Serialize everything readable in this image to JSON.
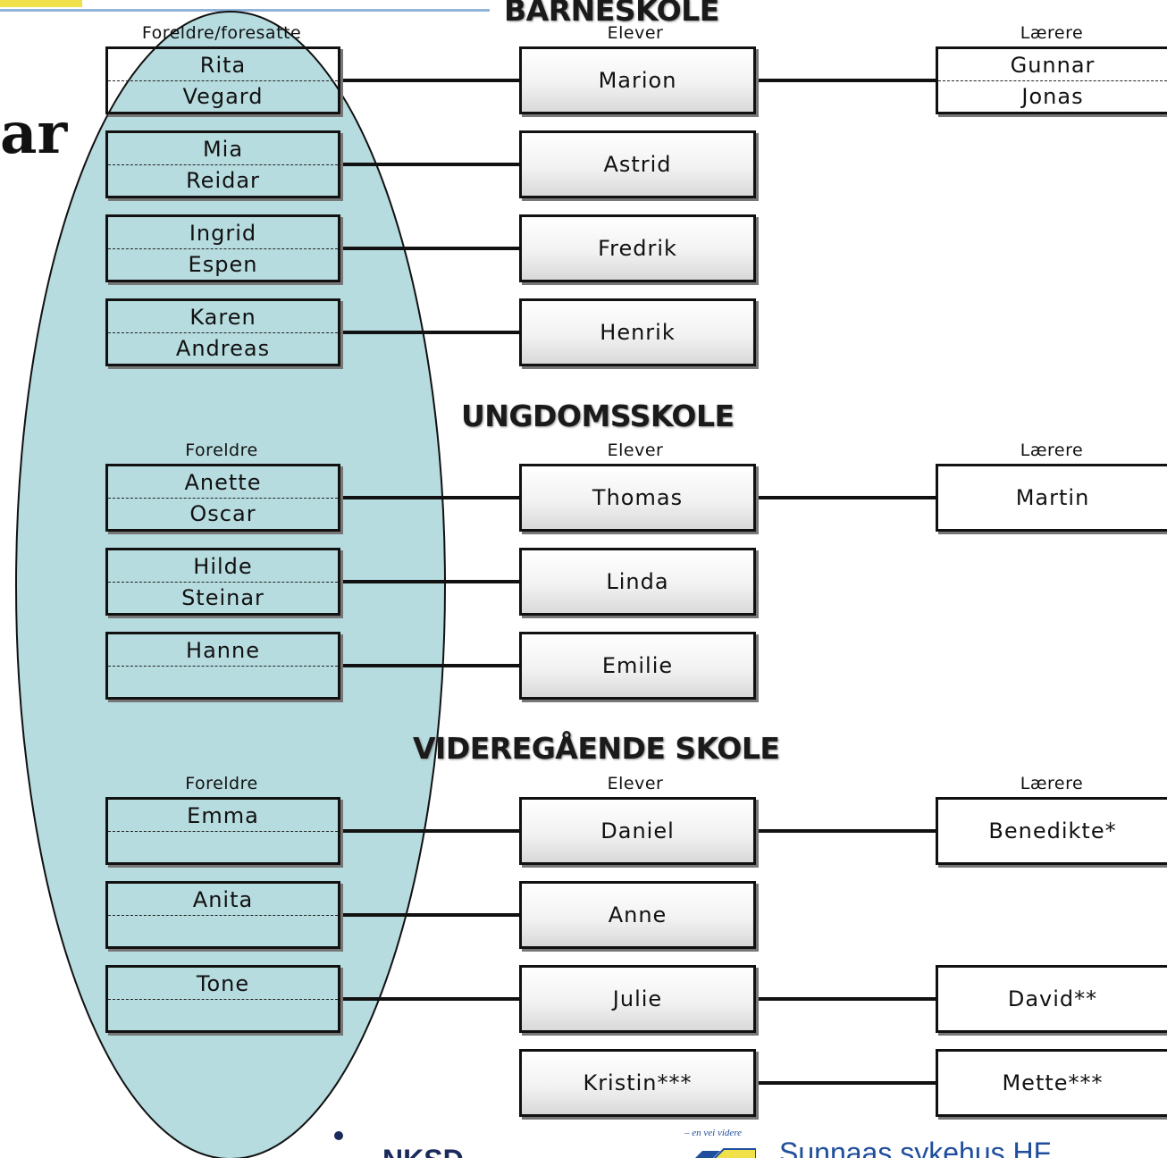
{
  "header": {
    "fragment": "ar"
  },
  "sections": [
    {
      "title": "BARNESKOLE",
      "headers": {
        "parents": "Foreldre/foresatte",
        "students": "Elever",
        "teachers": "Lærere"
      },
      "rows": [
        {
          "parents": [
            "Rita",
            "Vegard"
          ],
          "student": "Marion",
          "teachers": [
            "Gunnar",
            "Jonas"
          ]
        },
        {
          "parents": [
            "Mia",
            "Reidar"
          ],
          "student": "Astrid",
          "teachers": null
        },
        {
          "parents": [
            "Ingrid",
            "Espen"
          ],
          "student": "Fredrik",
          "teachers": null
        },
        {
          "parents": [
            "Karen",
            "Andreas"
          ],
          "student": "Henrik",
          "teachers": null
        }
      ]
    },
    {
      "title": "UNGDOMSSKOLE",
      "headers": {
        "parents": "Foreldre",
        "students": "Elever",
        "teachers": "Lærere"
      },
      "rows": [
        {
          "parents": [
            "Anette",
            "Oscar"
          ],
          "student": "Thomas",
          "teachers": [
            "Martin"
          ]
        },
        {
          "parents": [
            "Hilde",
            "Steinar"
          ],
          "student": "Linda",
          "teachers": null
        },
        {
          "parents": [
            "Hanne",
            ""
          ],
          "student": "Emilie",
          "teachers": null
        }
      ]
    },
    {
      "title": "VIDEREGÅENDE SKOLE",
      "headers": {
        "parents": "Foreldre",
        "students": "Elever",
        "teachers": "Lærere"
      },
      "rows": [
        {
          "parents": [
            "Emma",
            ""
          ],
          "student": "Daniel",
          "teachers": [
            "Benedikte*"
          ]
        },
        {
          "parents": [
            "Anita",
            ""
          ],
          "student": "Anne",
          "teachers": null
        },
        {
          "parents": [
            "Tone",
            ""
          ],
          "student": "Julie",
          "teachers": [
            "David**"
          ]
        },
        {
          "parents": null,
          "student": "Kristin***",
          "teachers": [
            "Mette***"
          ]
        }
      ]
    }
  ],
  "footer": {
    "logo_left": "NKSD",
    "logo_right_tagline": "– en vei videre",
    "logo_right": "Sunnaas sykehus HF"
  },
  "colors": {
    "ellipse_fill": "#b7dce0",
    "top_rule_yellow": "#f0e14a",
    "top_rule_blue": "#8fb3d9",
    "sunnaas_blue": "#1f4e9c"
  }
}
